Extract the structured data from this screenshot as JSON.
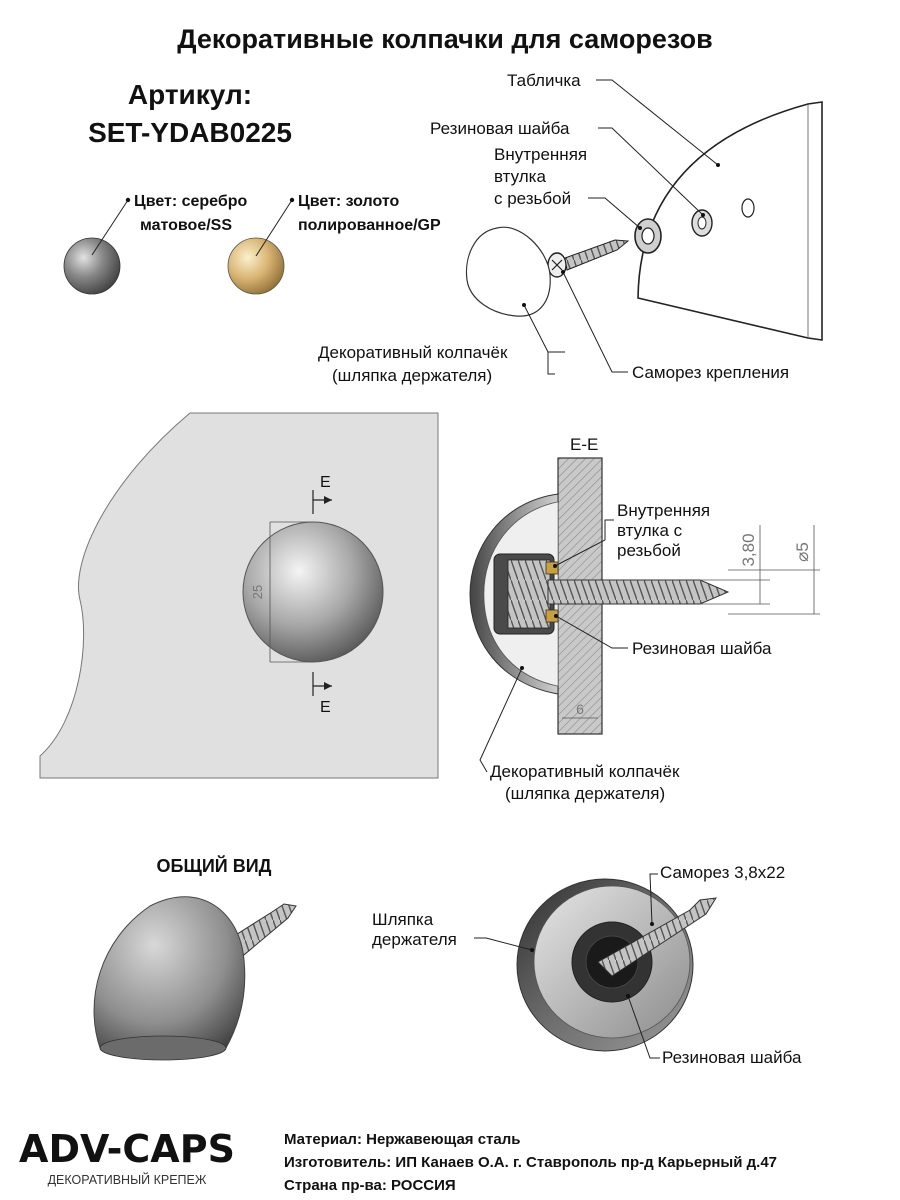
{
  "title": "Декоративные колпачки для саморезов",
  "article": {
    "label": "Артикул:",
    "code": "SET-YDAB0225"
  },
  "colors": {
    "silver": {
      "line1": "Цвет: серебро",
      "line2": "матовое/SS"
    },
    "gold": {
      "line1": "Цвет: золото",
      "line2": "полированное/GP"
    }
  },
  "exploded_view": {
    "plate": "Табличка",
    "rubber_washer": "Резиновая шайба",
    "bushing_l1": "Внутренняя",
    "bushing_l2": "втулка",
    "bushing_l3": "с резьбой",
    "cap_l1": "Декоративный колпачёк",
    "cap_l2": "(шляпка держателя)",
    "screw": "Саморез крепления"
  },
  "front_view": {
    "section_mark": "E",
    "diameter": "25"
  },
  "section_view": {
    "title": "E-E",
    "bushing_l1": "Внутренняя",
    "bushing_l2": "втулка с",
    "bushing_l3": "резьбой",
    "dim_thread": "3,80",
    "dim_diameter": "⌀5",
    "dim_thickness": "6",
    "rubber_washer": "Резиновая шайба",
    "cap_l1": "Декоративный колпачёк",
    "cap_l2": "(шляпка держателя)"
  },
  "general_view": {
    "title": "ОБЩИЙ ВИД",
    "screw": "Саморез 3,8х22",
    "head_l1": "Шляпка",
    "head_l2": "держателя",
    "rubber_washer": "Резиновая шайба"
  },
  "brand": {
    "name": "ADV-CAPS",
    "tagline": "ДЕКОРАТИВНЫЙ КРЕПЕЖ"
  },
  "footer": {
    "material": "Материал: Нержавеющая сталь",
    "maker": "Изготовитель: ИП Канаев О.А. г. Ставрополь пр-д Карьерный  д.47",
    "country": "Страна пр-ва: РОССИЯ"
  }
}
